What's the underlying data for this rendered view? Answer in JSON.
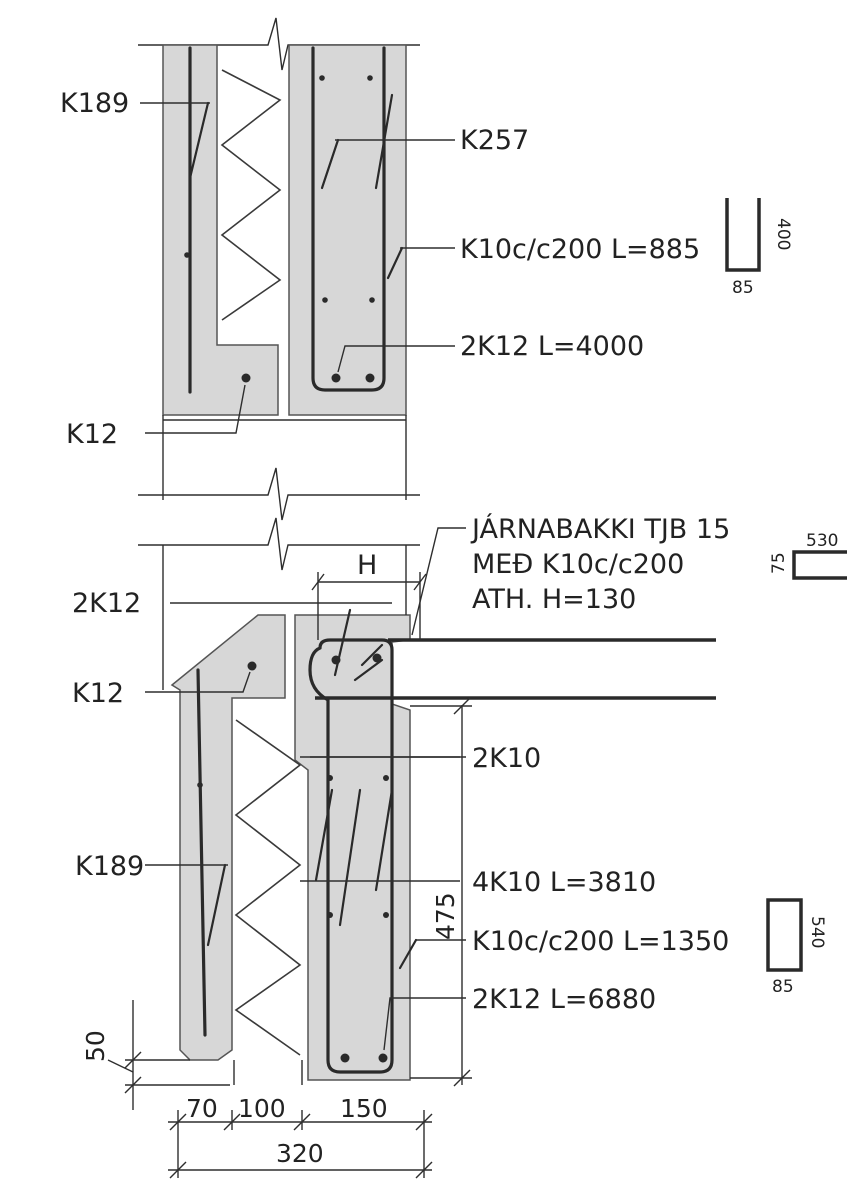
{
  "upper": {
    "k189": "K189",
    "k257": "K257",
    "k10c_885": "K10c/c200 L=885",
    "k12_4000": "2K12 L=4000",
    "k12": "K12",
    "stirrup_h": "400",
    "stirrup_w": "85"
  },
  "lower": {
    "jarnabakki_1": "JÁRNABAKKI TJB 15",
    "jarnabakki_2": "MEÐ K10c/c200",
    "jarnabakki_3": "ATH. H=130",
    "h_label": "H",
    "k12_2": "2K12",
    "k12": "K12",
    "k10_2": "2K10",
    "k189": "K189",
    "k10_3810": "4K10 L=3810",
    "k10c_1350": "K10c/c200 L=1350",
    "k12_6880": "2K12 L=6880",
    "dim_475": "475",
    "dim_50": "50",
    "dim_70": "70",
    "dim_100": "100",
    "dim_150": "150",
    "dim_320": "320",
    "shape1_w": "530",
    "shape1_h": "75",
    "shape2_h": "540",
    "shape2_w": "85"
  }
}
